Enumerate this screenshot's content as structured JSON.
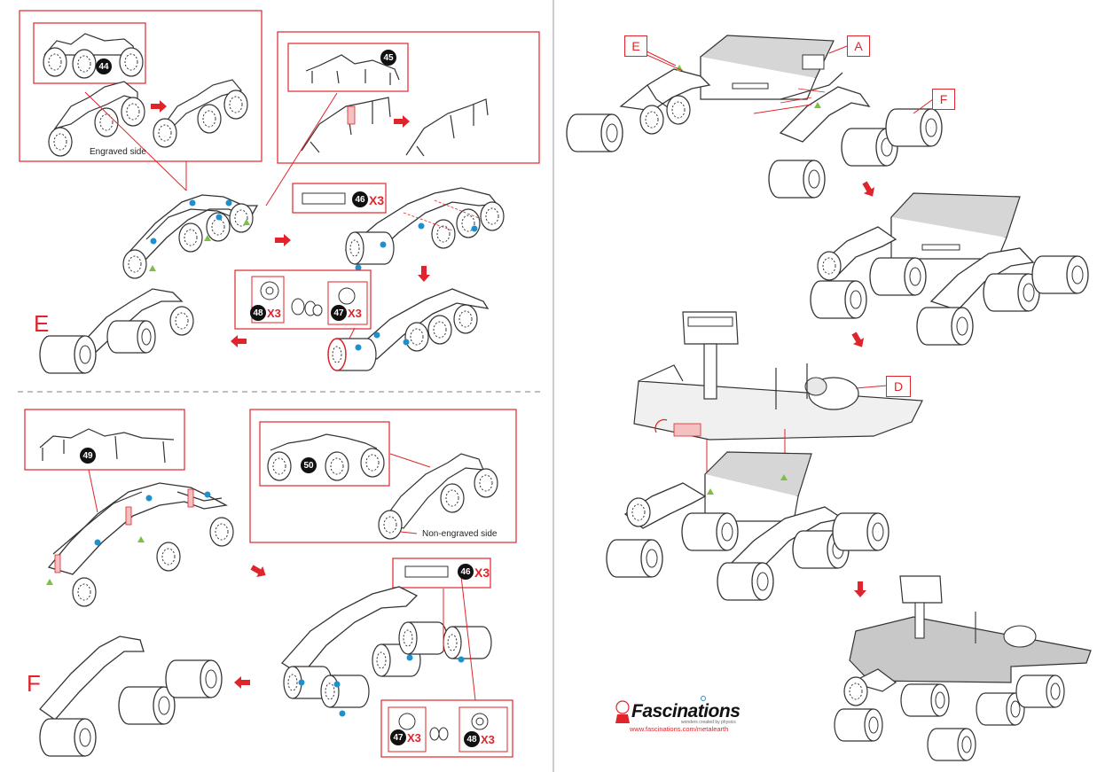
{
  "steps": {
    "e": "E",
    "f": "F"
  },
  "callouts": {
    "e": "E",
    "a": "A",
    "f": "F",
    "d": "D"
  },
  "part_numbers": {
    "p44": "44",
    "p45": "45",
    "p46_top": "46",
    "p47_top": "47",
    "p48_top": "48",
    "p49": "49",
    "p50": "50",
    "p46_bottom": "46",
    "p47_bottom": "47",
    "p48_bottom": "48"
  },
  "quantities": {
    "q46_top": "X3",
    "q47_top": "X3",
    "q48_top": "X3",
    "q46_bottom": "X3",
    "q47_bottom": "X3",
    "q48_bottom": "X3"
  },
  "notes": {
    "engraved": "Engraved side",
    "non_engraved": "Non-engraved side"
  },
  "brand": {
    "name": "Fascinations",
    "tagline": "wonders created by physics",
    "url": "www.fascinations.com/metalearth"
  },
  "colors": {
    "accent": "#e0242b",
    "line": "#333333",
    "blue_dot": "#1e8fd0",
    "green_marker": "#7cc043",
    "panel_gray": "#d0d0d0"
  }
}
